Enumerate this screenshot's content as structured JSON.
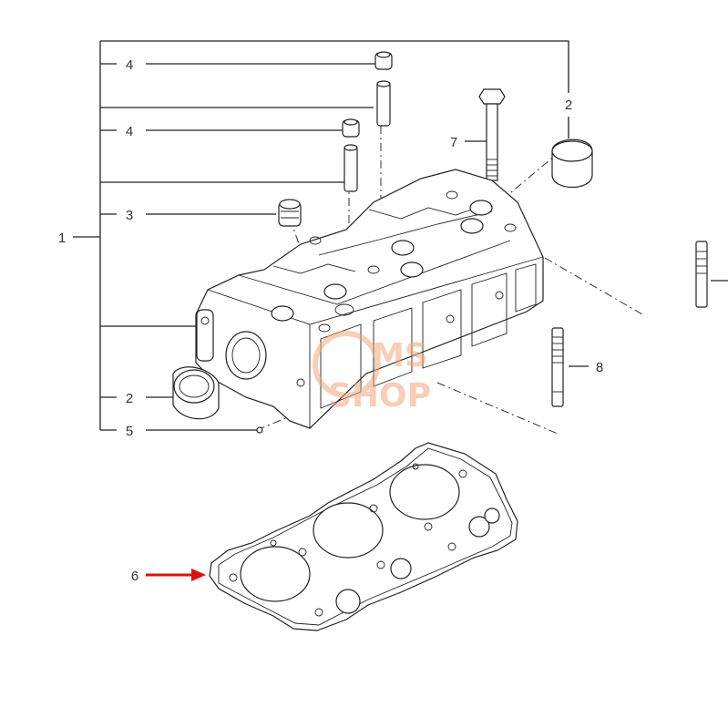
{
  "labels": {
    "part_1": "1",
    "part_2_top": "2",
    "part_2_bottom": "2",
    "part_3": "3",
    "part_4_top": "4",
    "part_4_second": "4",
    "part_5": "5",
    "part_6": "6",
    "part_7": "7",
    "part_8": "8"
  },
  "watermark": {
    "line1": "MS",
    "line2": "SHOP"
  },
  "colors": {
    "arrow": "#e01010",
    "watermark": "#f2a77c",
    "line": "#222222"
  }
}
